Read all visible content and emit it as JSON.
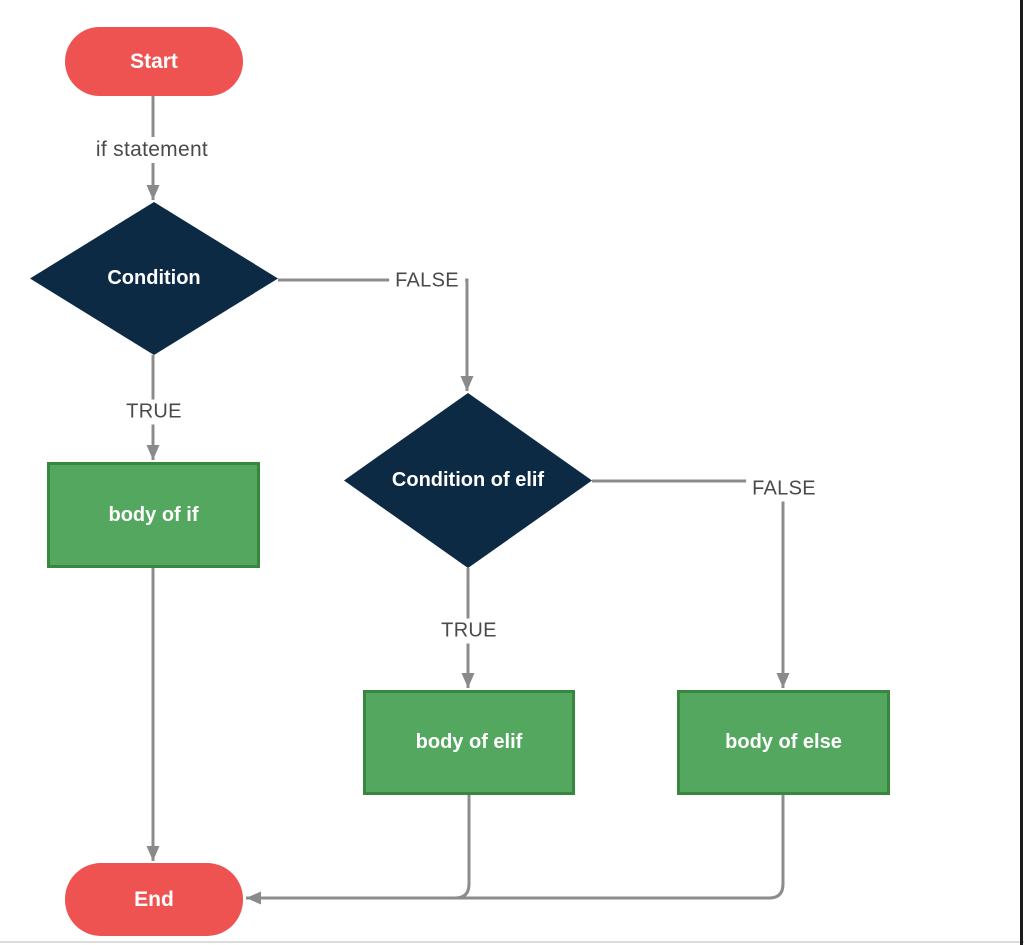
{
  "colors": {
    "background": "#ffffff",
    "terminal_fill": "#ee5351",
    "terminal_text": "#ffffff",
    "decision_fill": "#0d2a44",
    "decision_text": "#ffffff",
    "process_fill": "#54a75f",
    "process_border": "#38873f",
    "process_text": "#ffffff",
    "connector": "#8c8c8c",
    "arrowhead": "#8a8a8a",
    "edge_label_text": "#4a4a4a",
    "frame_right_border": "#1b1b1b",
    "frame_bottom_border": "#dcdcdc"
  },
  "nodes": {
    "start": {
      "label": "Start"
    },
    "condition_if": {
      "label": "Condition"
    },
    "body_if": {
      "label": "body of if"
    },
    "condition_elif": {
      "label": "Condition of elif"
    },
    "body_elif": {
      "label": "body of elif"
    },
    "body_else": {
      "label": "body of else"
    },
    "end": {
      "label": "End"
    }
  },
  "edge_labels": {
    "start_to_condition": "if statement",
    "condition_true": "TRUE",
    "condition_false": "FALSE",
    "elif_true": "TRUE",
    "elif_false": "FALSE"
  }
}
